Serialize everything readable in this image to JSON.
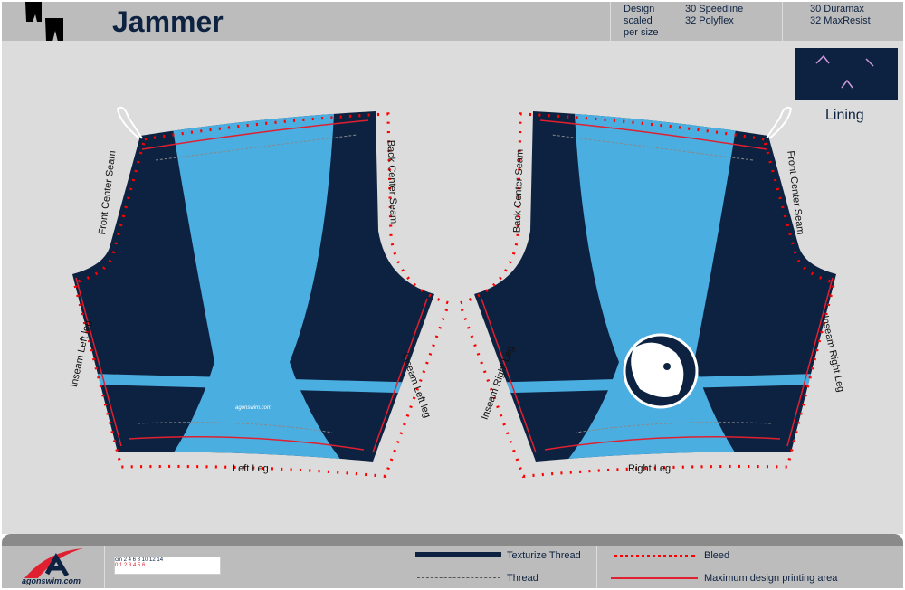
{
  "header": {
    "title": "Jammer",
    "design_note": [
      "Design",
      "scaled",
      "per size"
    ],
    "sizes_a": [
      "30 Speedline",
      "32 Polyflex"
    ],
    "sizes_b": [
      "30 Duramax",
      "32 MaxResist"
    ]
  },
  "lining": {
    "label": "Lining"
  },
  "panels": {
    "left": {
      "label": "Left Leg",
      "front_seam": "Front Center Seam",
      "back_seam": "Back Center Seam",
      "inseam_left": "Inseam Left leg",
      "inseam_right": "Inseam Left leg",
      "logo": "agonswim.com"
    },
    "right": {
      "label": "Right Leg",
      "front_seam": "Front Center Seam",
      "back_seam": "Back Center Seam",
      "inseam_left": "Inseam Right Leg",
      "inseam_right": "Inseam Right Leg"
    }
  },
  "footer": {
    "logo": "agonswim.com",
    "ruler_unit": "cm",
    "legend": {
      "texturize": "Texturize Thread",
      "thread": "Thread",
      "bleed": "Bleed",
      "max_area": "Maximum design printing area"
    }
  },
  "colors": {
    "navy": "#0d2240",
    "light_blue": "#4baee0",
    "bleed": "#ff0000"
  }
}
